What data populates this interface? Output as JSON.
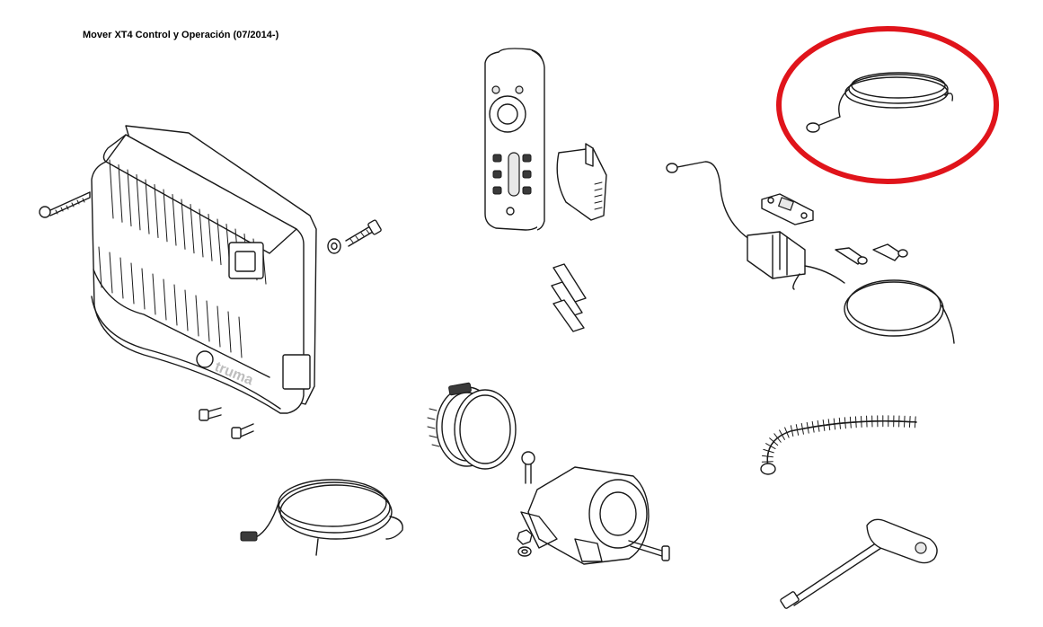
{
  "title": "Mover XT4 Control y Operación (07/2014-)",
  "brand_logo_text": "truma",
  "highlight": {
    "color": "#e0141b",
    "target": "earth-cable"
  },
  "parts": [
    {
      "name": "control-box"
    },
    {
      "name": "control-box-screw"
    },
    {
      "name": "washer"
    },
    {
      "name": "mounting-screw"
    },
    {
      "name": "remote-control"
    },
    {
      "name": "remote-holder"
    },
    {
      "name": "batteries"
    },
    {
      "name": "earth-cable"
    },
    {
      "name": "battery-cable-with-fuse"
    },
    {
      "name": "fuse-holder-plate"
    },
    {
      "name": "cable-lugs"
    },
    {
      "name": "power-cable"
    },
    {
      "name": "hose-clamps"
    },
    {
      "name": "motor-housing"
    },
    {
      "name": "corrugated-tube"
    },
    {
      "name": "t-handle-key"
    }
  ]
}
